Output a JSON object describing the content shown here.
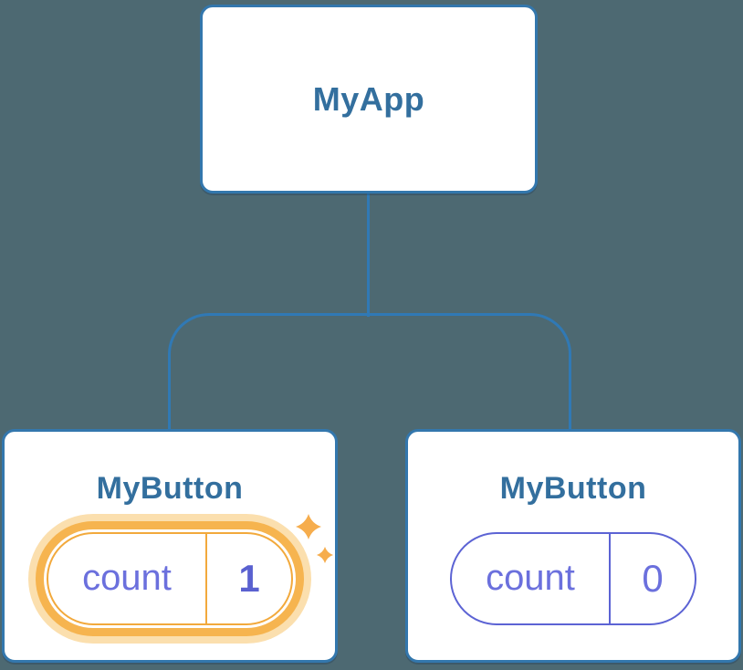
{
  "diagram": {
    "description": "Component tree showing isolated state",
    "root": {
      "label": "MyApp"
    },
    "children": [
      {
        "label": "MyButton",
        "state": {
          "key": "count",
          "value": "1"
        },
        "highlighted": true
      },
      {
        "label": "MyButton",
        "state": {
          "key": "count",
          "value": "0"
        },
        "highlighted": false
      }
    ]
  },
  "icons": {
    "sparkles": "four-point-star sparkle pair marking updated state"
  },
  "colors": {
    "bg": "#4d6972",
    "line": "#3079b5",
    "card_border": "#3377ad",
    "heading": "#336f9e",
    "purple": "#6b70dd",
    "purple_strong": "#5a61d0",
    "pill_border_purple": "#5c63d4",
    "orange_border": "#f2a93c",
    "orange_ring": "#f6b44f",
    "orange_glow": "#fbdfae",
    "sparkle": "#f6ad4d",
    "card_bg": "#ffffff"
  }
}
